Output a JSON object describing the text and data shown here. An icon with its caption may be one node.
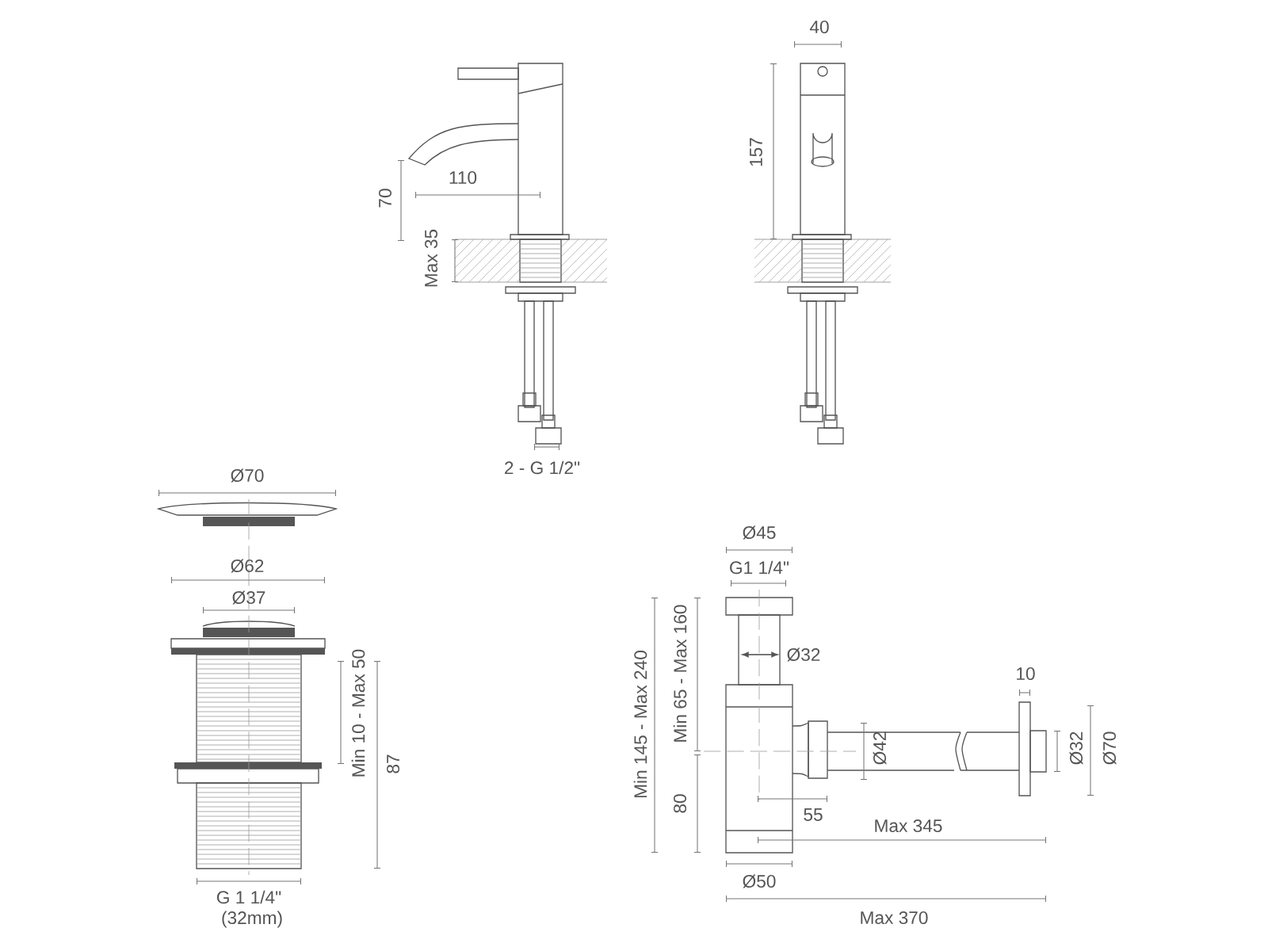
{
  "diagram": {
    "labels": [
      "40",
      "157",
      "110",
      "70",
      "Max 35",
      "2 - G 1/2\"",
      "Ø70",
      "Ø62",
      "Ø37",
      "Min 10 - Max 50",
      "87",
      "G 1 1/4\"",
      "(32mm)",
      "Ø45",
      "G1 1/4\"",
      "Ø32",
      "10",
      "Min 145 - Max 240",
      "Min 65 - Max 160",
      "80",
      "Ø42",
      "Ø32",
      "Ø70",
      "55",
      "Max 345",
      "Ø50",
      "Max 370"
    ]
  }
}
